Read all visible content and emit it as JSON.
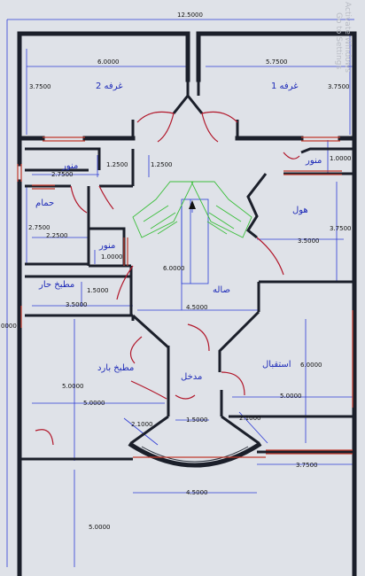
{
  "dimensions": {
    "overall_width": "12.5000",
    "overall_depth": "0000",
    "room2_width": "6.0000",
    "room1_width": "5.7500",
    "room2_depth": "3.7500",
    "room1_depth": "3.7500",
    "light_shaft_left_w": "2.7500",
    "light_shaft_left_h": "1.2500",
    "hall_stair_gap": "1.2500",
    "light_shaft_right": "1.0000",
    "bath_w": "2.2500",
    "bath_h": "2.7500",
    "light_shaft_small": "1.0000",
    "hall_w": "3.5000",
    "hall_h": "3.7500",
    "salon_h": "6.0000",
    "hot_kitchen_w": "3.5000",
    "hot_kitchen_h": "1.5000",
    "salon_w": "4.5000",
    "cold_kitchen_h": "5.0000",
    "cold_kitchen_w": "5.0000",
    "reception_w": "5.0000",
    "reception_h": "6.0000",
    "entry_w": "1.5000",
    "bay_left": "2.1000",
    "bay_right": "2.1000",
    "bay_w": "4.5000",
    "front_right": "3.7500",
    "front_left": "5.0000"
  },
  "rooms": {
    "room2": "غرفه 2",
    "room1": "غرفه 1",
    "light_shaft_left": "منور",
    "light_shaft_right": "منور",
    "bathroom": "حمام",
    "light_shaft_small": "منور",
    "hall": "هول",
    "hot_kitchen": "مطبخ حار",
    "salon": "صاله",
    "cold_kitchen": "مطبخ بارد",
    "entrance": "مدخل",
    "reception": "استقبال"
  },
  "watermark": {
    "line1": "Activate Windows",
    "line2": "Go to Settings"
  },
  "colors": {
    "background": "#dfe2e8",
    "walls": "#1b1f2a",
    "dimension_lines": "#2d3bd6",
    "room_labels": "#1d2ab8",
    "doors_windows": "#b2182b",
    "stairs": "#3cbf3c"
  }
}
